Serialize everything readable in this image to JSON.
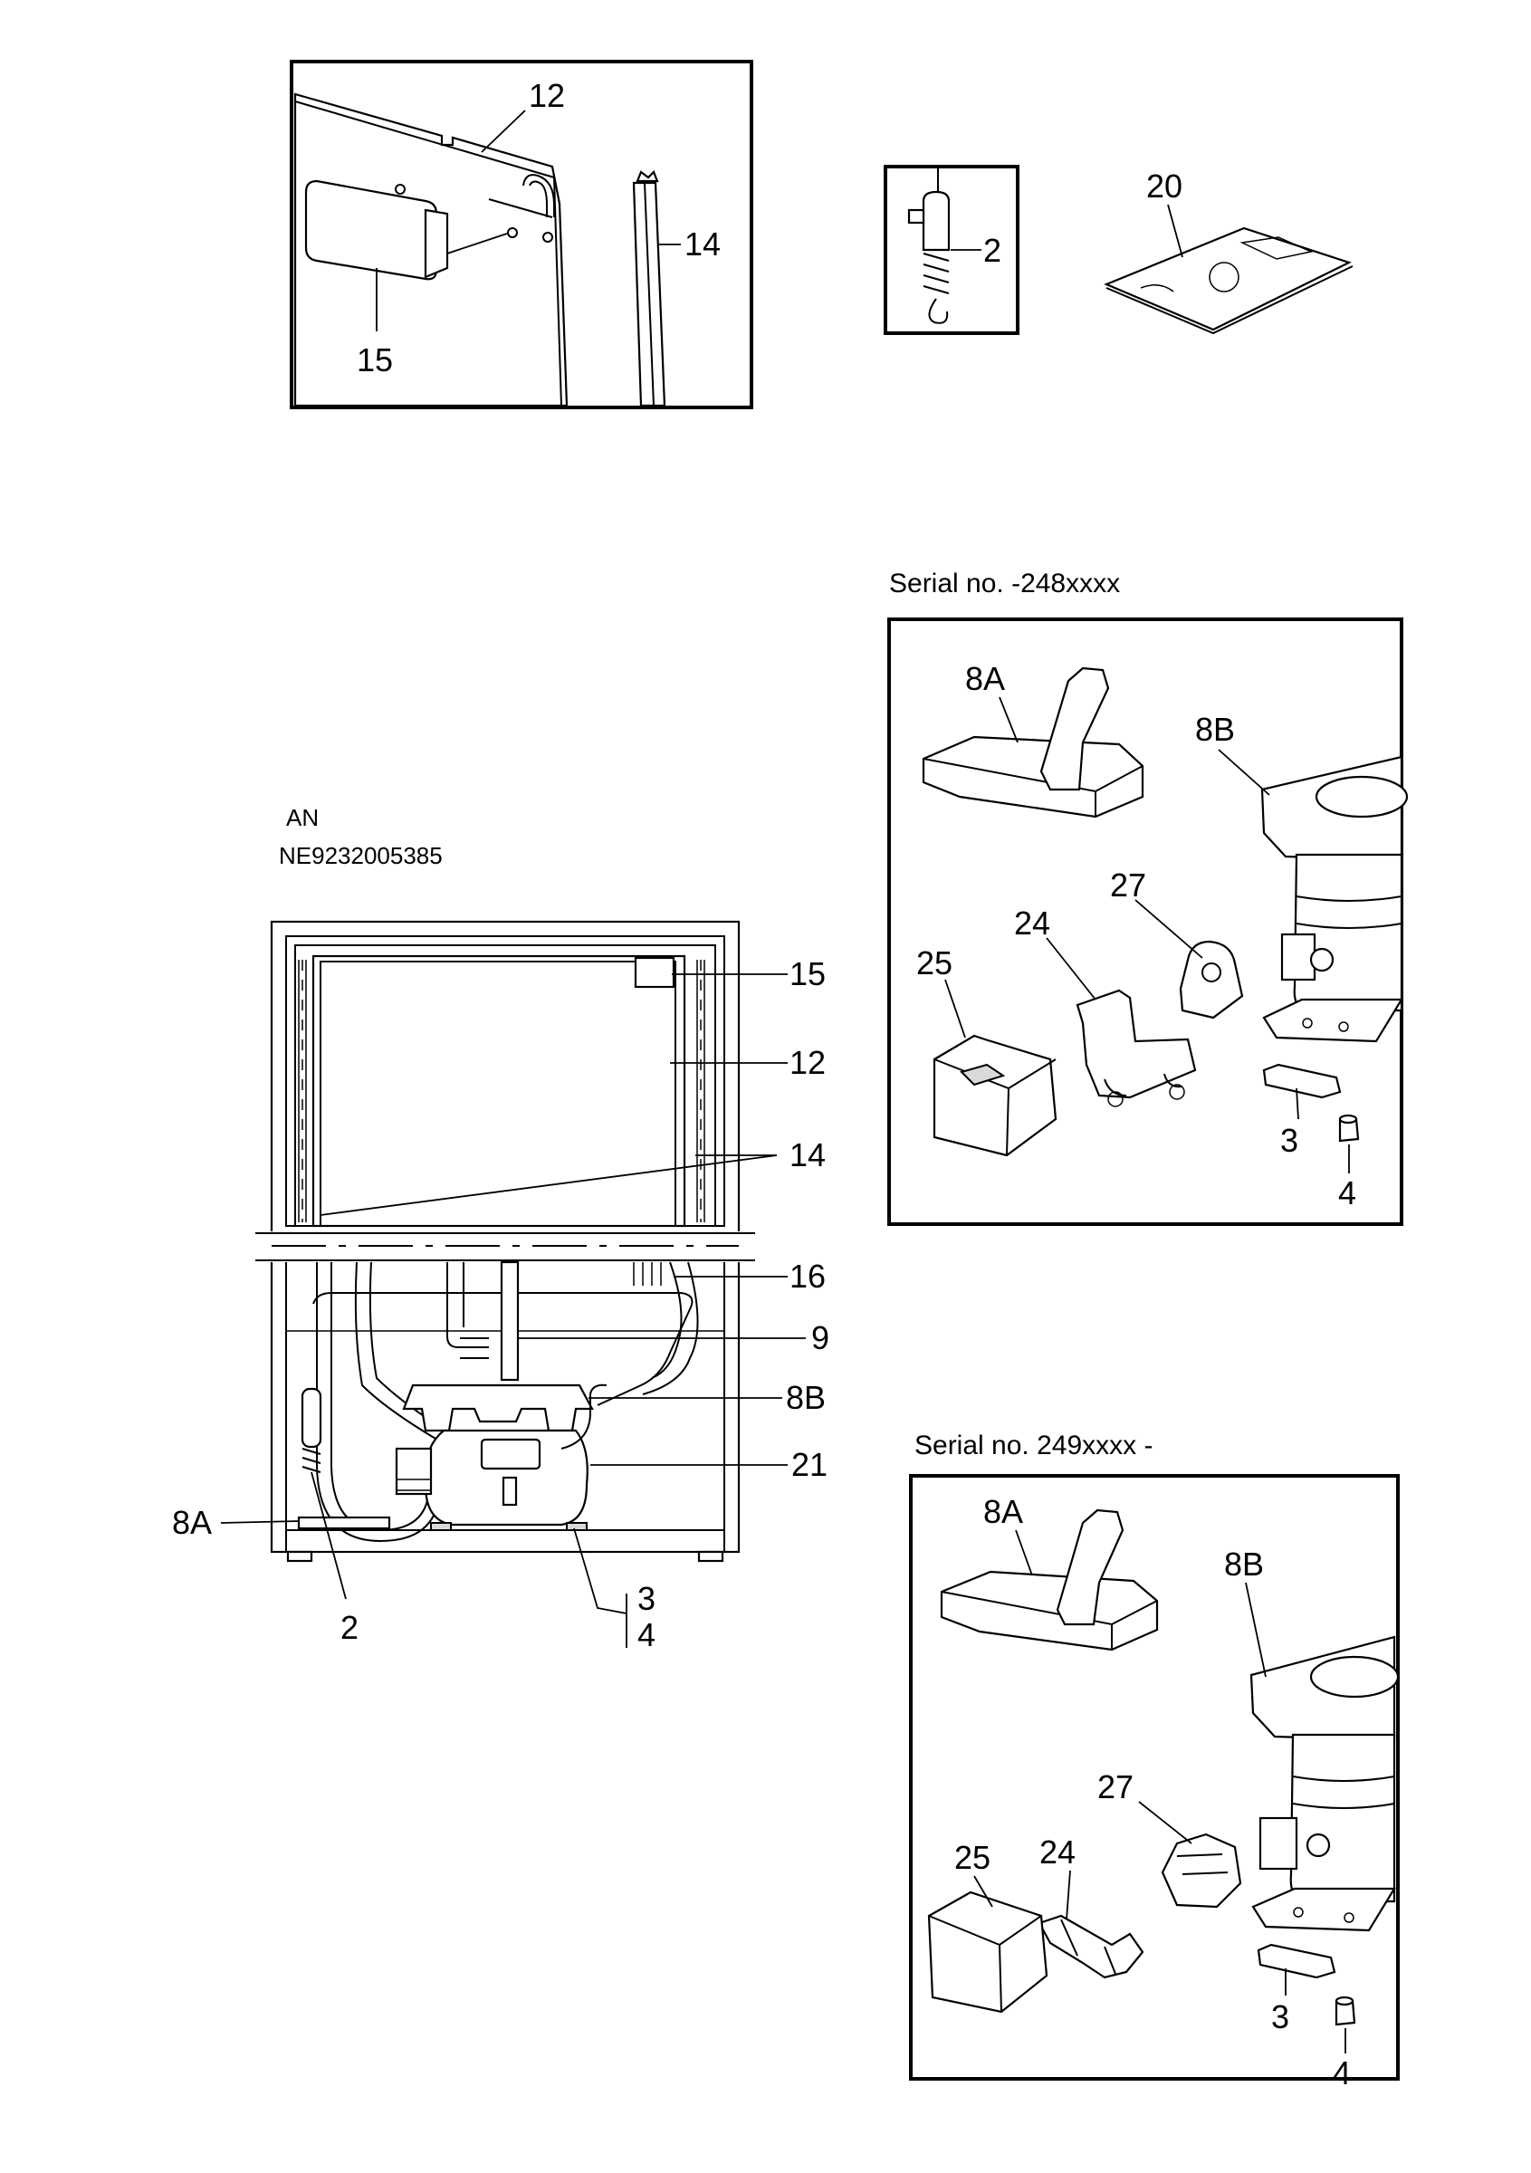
{
  "captions": {
    "serial_top": "Serial no. -248xxxx",
    "serial_bottom": "Serial no. 249xxxx -",
    "model_code_line1": "AN",
    "model_code_line2": "NE9232005385"
  },
  "callouts": {
    "tl_12": "12",
    "tl_14": "14",
    "tl_15": "15",
    "lamp_2": "2",
    "manual_20": "20",
    "main_15": "15",
    "main_12": "12",
    "main_14": "14",
    "main_16": "16",
    "main_9": "9",
    "main_8B": "8B",
    "main_21": "21",
    "main_8A": "8A",
    "main_2": "2",
    "main_3": "3",
    "main_4": "4",
    "s1_8A": "8A",
    "s1_8B": "8B",
    "s1_27": "27",
    "s1_24": "24",
    "s1_25": "25",
    "s1_3": "3",
    "s1_4": "4",
    "s2_8A": "8A",
    "s2_8B": "8B",
    "s2_27": "27",
    "s2_24": "24",
    "s2_25": "25",
    "s2_3": "3",
    "s2_4": "4"
  }
}
